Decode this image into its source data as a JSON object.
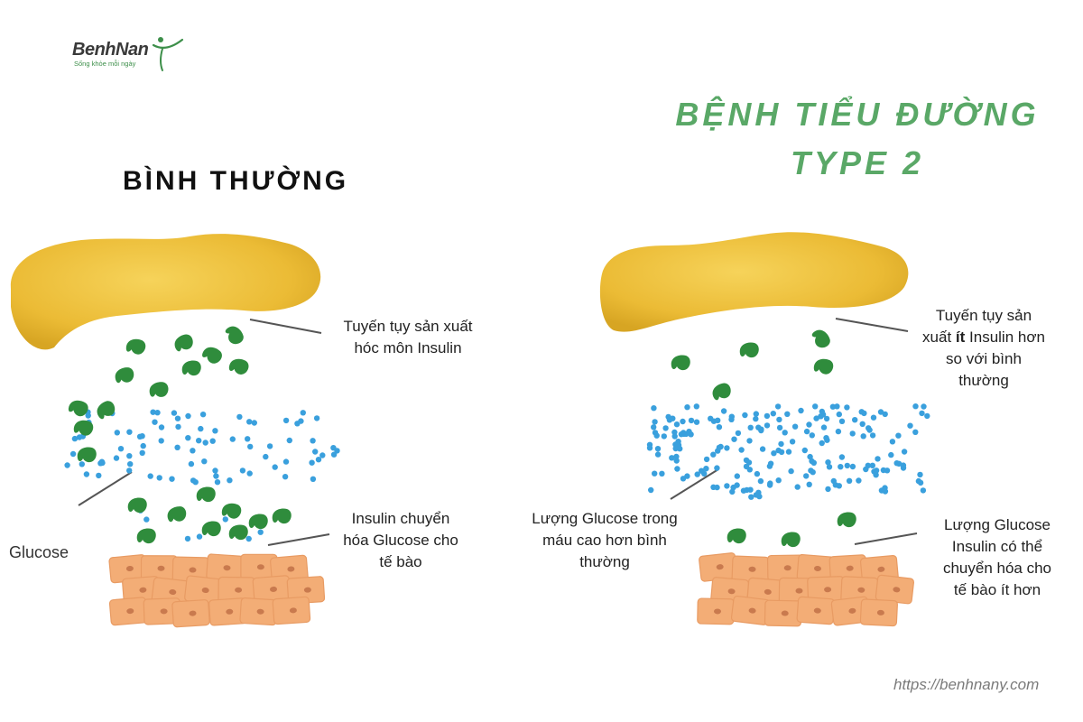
{
  "logo": {
    "name": "BenhNan",
    "tagline": "Sống khỏe mỗi ngày"
  },
  "titles": {
    "normal": "BÌNH THƯỜNG",
    "diabetes_line1": "BỆNH TIỂU ĐƯỜNG",
    "diabetes_line2": "TYPE 2"
  },
  "left_panel": {
    "pancreas_label_1": "Tuyến tụy sản xuất",
    "pancreas_label_2": "hóc môn Insulin",
    "glucose_label": "Glucose",
    "insulin_label_1": "Insulin chuyển",
    "insulin_label_2": "hóa Glucose cho",
    "insulin_label_3": "tế bào"
  },
  "right_panel": {
    "pancreas_label_1": "Tuyến tụy sản",
    "pancreas_label_2_pre": "xuất ",
    "pancreas_label_2_bold": "ít",
    "pancreas_label_2_post": " Insulin hơn",
    "pancreas_label_3": "so với bình",
    "pancreas_label_4": "thường",
    "blood_label_1": "Lượng Glucose trong",
    "blood_label_2": "máu cao hơn bình",
    "blood_label_3": "thường",
    "cell_label_1": "Lượng Glucose",
    "cell_label_2": "Insulin có thể",
    "cell_label_3": "chuyển hóa cho",
    "cell_label_4": "tế bào ít hơn"
  },
  "footer": {
    "url": "https://benhnany.com"
  },
  "colors": {
    "pancreas": "#f0c23c",
    "insulin": "#2f8c3c",
    "glucose": "#3aa0dd",
    "cells": "#f3ad76",
    "title_accent": "#5aa867"
  }
}
